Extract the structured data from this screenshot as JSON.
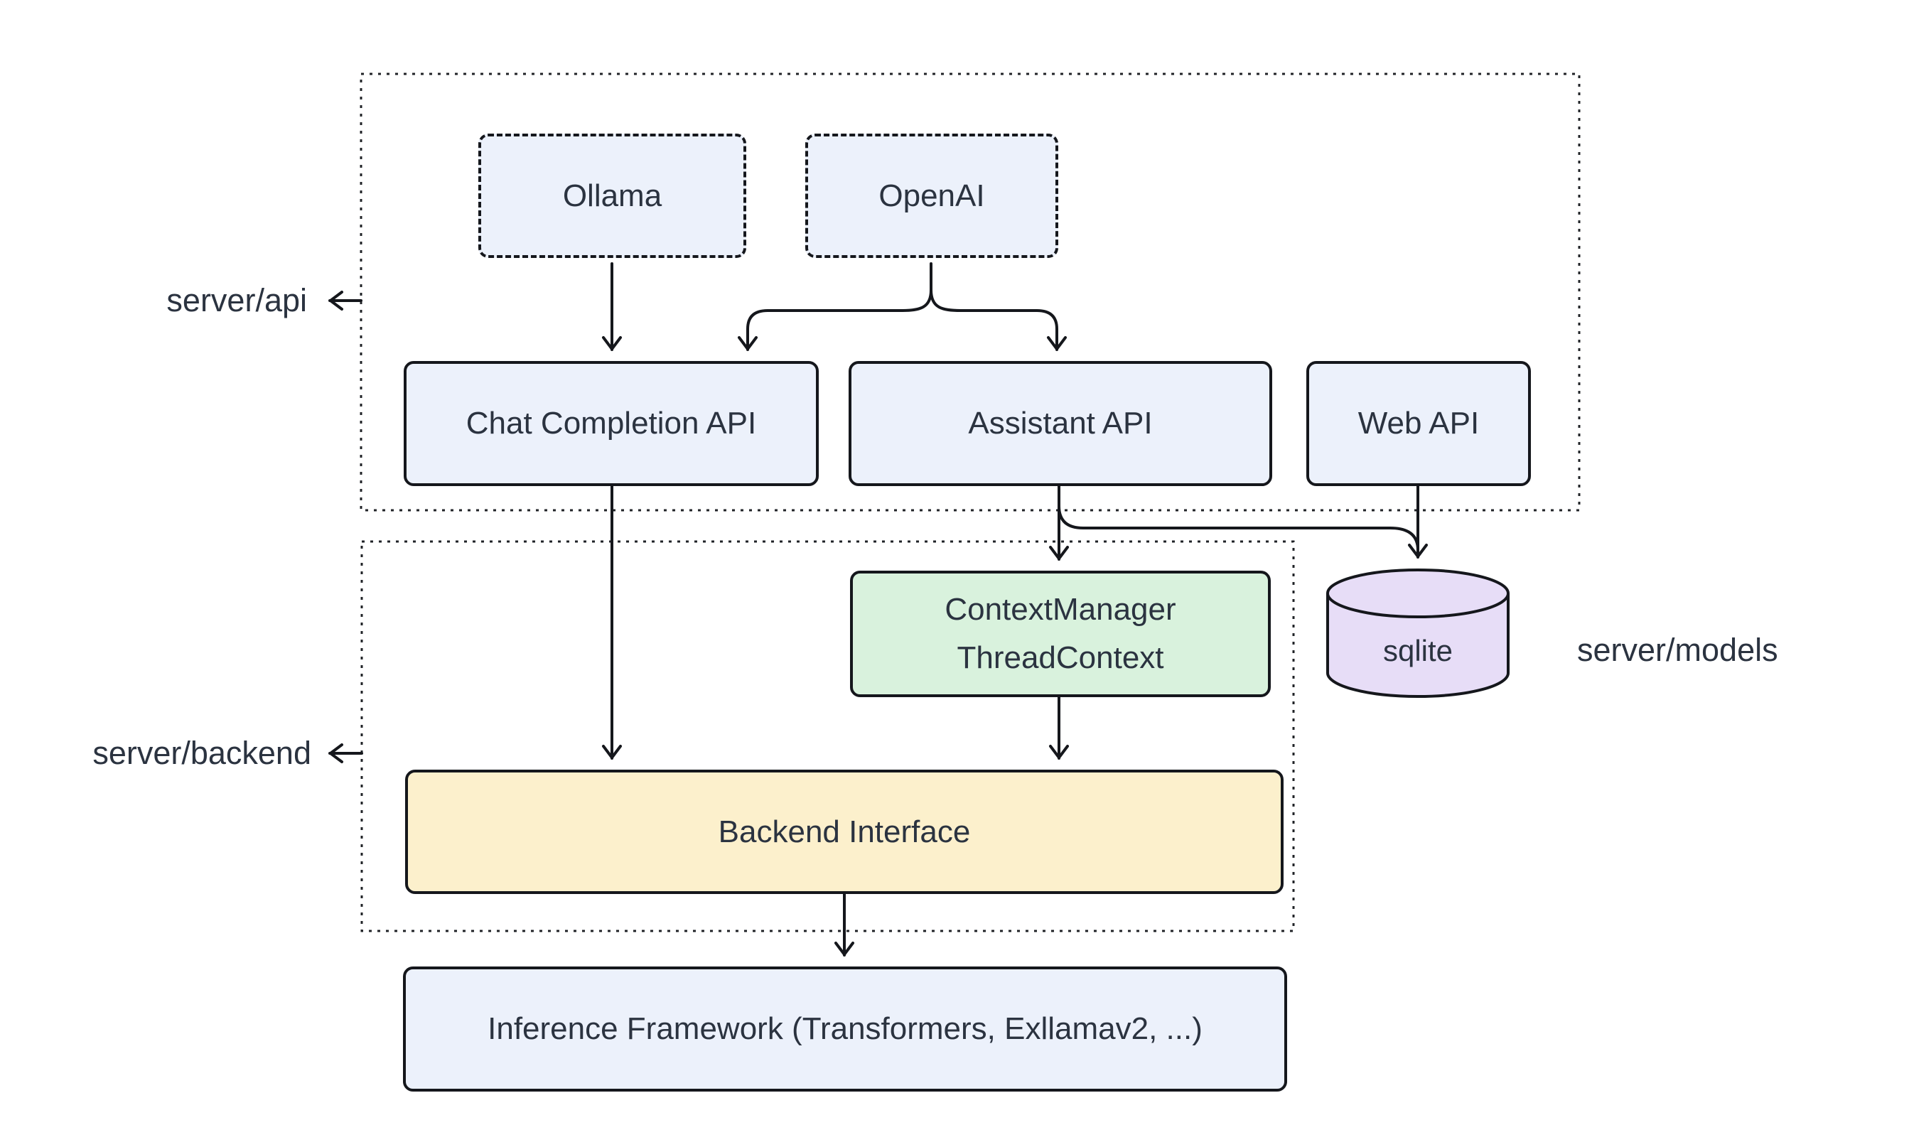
{
  "diagram": {
    "type": "architecture-flowchart",
    "background": "#ffffff",
    "containers": {
      "api": {
        "label": "server/api"
      },
      "backend": {
        "label": "server/backend"
      }
    },
    "nodes": {
      "ollama": "Ollama",
      "openai": "OpenAI",
      "chat_completion_api": "Chat Completion API",
      "assistant_api": "Assistant API",
      "web_api": "Web API",
      "context_manager_line1": "ContextManager",
      "context_manager_line2": "ThreadContext",
      "sqlite": "sqlite",
      "backend_interface": "Backend Interface",
      "inference_framework": "Inference Framework (Transformers, Exllamav2, ...)"
    },
    "side_labels": {
      "models": "server/models"
    },
    "edges": [
      {
        "from": "Ollama",
        "to": "Chat Completion API"
      },
      {
        "from": "OpenAI",
        "to": "Chat Completion API"
      },
      {
        "from": "OpenAI",
        "to": "Assistant API"
      },
      {
        "from": "Chat Completion API",
        "to": "Backend Interface"
      },
      {
        "from": "Assistant API",
        "to": "ContextManager ThreadContext"
      },
      {
        "from": "Assistant API",
        "to": "sqlite"
      },
      {
        "from": "Web API",
        "to": "sqlite"
      },
      {
        "from": "ContextManager ThreadContext",
        "to": "Backend Interface"
      },
      {
        "from": "Backend Interface",
        "to": "Inference Framework (Transformers, Exllamav2, ...)"
      }
    ],
    "colors": {
      "node_fill": "#ecf1fb",
      "context_fill": "#d9f2dd",
      "backend_fill": "#fcf0cc",
      "sqlite_fill": "#e7ddf7",
      "line": "#15171c",
      "text": "#2b3340"
    }
  }
}
